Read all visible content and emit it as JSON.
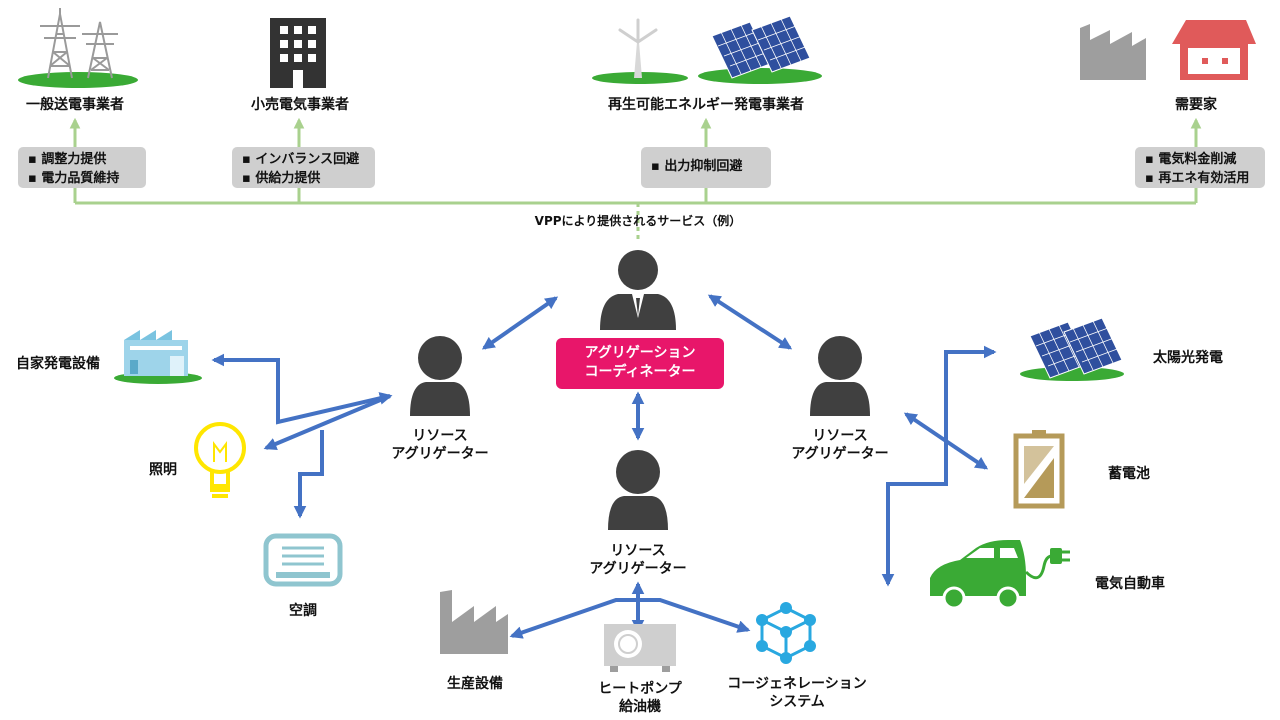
{
  "top": {
    "transmission": {
      "label": "一般送電事業者",
      "services": [
        "▪ 調整力提供",
        "▪ 電力品質維持"
      ]
    },
    "retail": {
      "label": "小売電気事業者",
      "services": [
        "▪ インバランス回避",
        "▪ 供給力提供"
      ]
    },
    "renewable": {
      "label": "再生可能エネルギー発電事業者",
      "services": [
        "▪ 出力抑制回避"
      ]
    },
    "consumer": {
      "label": "需要家",
      "services": [
        "▪ 電気料金削減",
        "▪ 再エネ有効活用"
      ]
    }
  },
  "vpp_caption": "VPPにより提供されるサービス（例）",
  "coordinator": {
    "line1": "アグリゲーション",
    "line2": "コーディネーター"
  },
  "aggregators": {
    "left": {
      "line1": "リソース",
      "line2": "アグリゲーター"
    },
    "right": {
      "line1": "リソース",
      "line2": "アグリゲーター"
    },
    "center": {
      "line1": "リソース",
      "line2": "アグリゲーター"
    }
  },
  "resources": {
    "private_power": "自家発電設備",
    "lighting": "照明",
    "air_conditioning": "空調",
    "solar": "太陽光発電",
    "battery": "蓄電池",
    "ev": "電気自動車",
    "production": "生産設備",
    "heat_pump": {
      "line1": "ヒートポンプ",
      "line2": "給油機"
    },
    "cogeneration": {
      "line1": "コージェネレーション",
      "line2": "システム"
    }
  },
  "colors": {
    "green_line": "#a9d18e",
    "blue_arrow": "#4472c4",
    "person": "#404040",
    "coordinator": "#e8166a",
    "service_box": "#cfcfcf",
    "house": "#e05a5a",
    "factory": "#9e9e9e",
    "bulb": "#ffe600",
    "cogen": "#29a8e0",
    "battery": "#b59a59",
    "ev": "#3aaa35",
    "panel": "#2f4f9e",
    "grass": "#3aaa35"
  }
}
